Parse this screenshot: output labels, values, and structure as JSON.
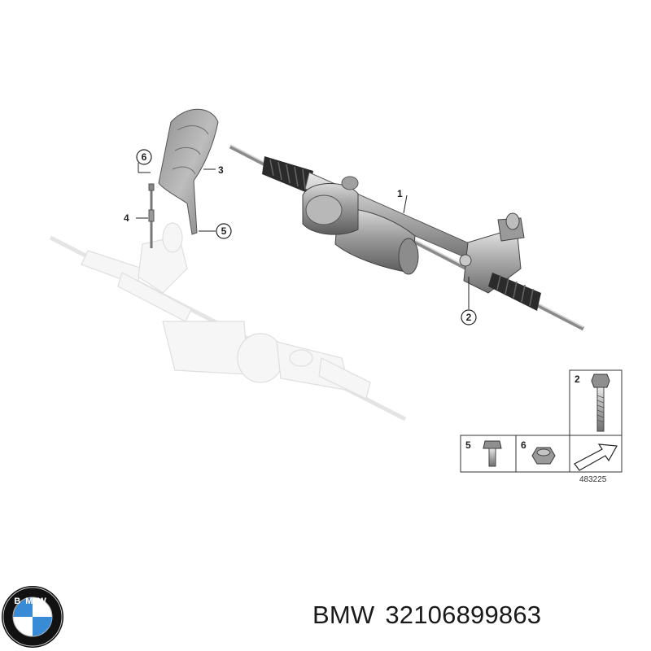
{
  "callouts": {
    "c1": "1",
    "c2": "2",
    "c3": "3",
    "c4": "4",
    "c5": "5",
    "c6": "6"
  },
  "parts_table": {
    "cell_a_number": "2",
    "cell_b_number": "5",
    "cell_c_number": "6",
    "reference": "483225"
  },
  "logo": {
    "text": "BMW",
    "colors": {
      "ring": "#111111",
      "blue": "#3a8bd6",
      "white": "#ffffff"
    }
  },
  "caption": {
    "brand": "BMW",
    "part_number": "32106899863"
  }
}
